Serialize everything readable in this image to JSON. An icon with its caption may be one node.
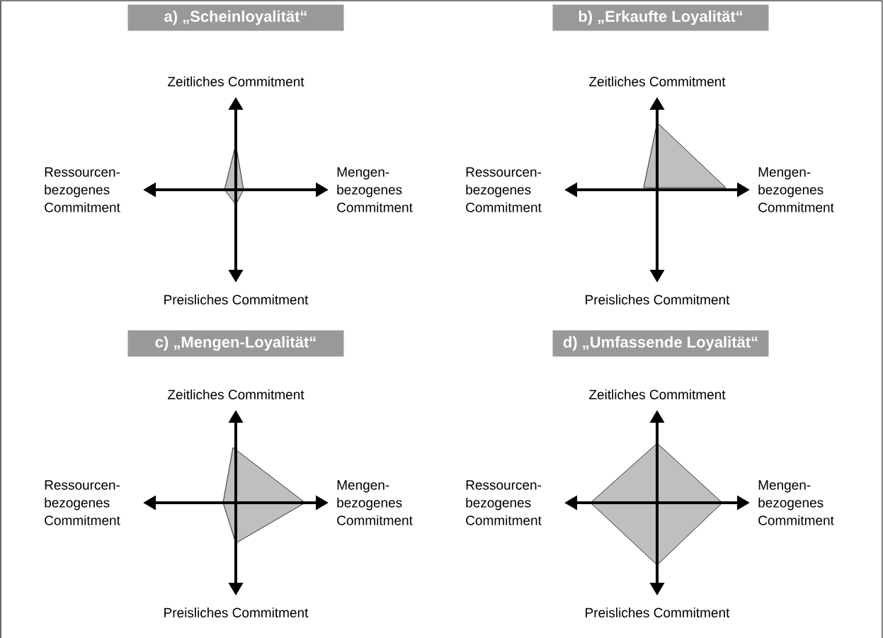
{
  "diagram": {
    "nodes": [
      {
        "text": [
          "a) „Scheinloyalität“"
        ]
      },
      {
        "text": [
          "b) „Erkaufte Loyalität“"
        ]
      },
      {
        "text": [
          "c) „Mengen-Loyalität“"
        ]
      },
      {
        "text": [
          "d) „Umfassende Loyalität“"
        ]
      }
    ],
    "labels": [
      "Zeitliches Commitment",
      "Ressourcen- bezogenes Commitment",
      "Mengen- bezogenes Commitment",
      "Preisliches Commitment",
      "Zeitliches Commitment",
      "Ressourcen- bezogenes Commitment",
      "Mengen- bezogenes Commitment",
      "Preisliches Commitment",
      "Zeitliches Commitment",
      "Ressourcen- bezogenes Commitment",
      "Mengen- bezogenes Commitment",
      "Preisliches Commitment",
      "Zeitliches Commitment",
      "Ressourcen- bezogenes Commitment",
      "Mengen- bezogenes Commitment",
      "Preisliches Commitment"
    ]
  }
}
